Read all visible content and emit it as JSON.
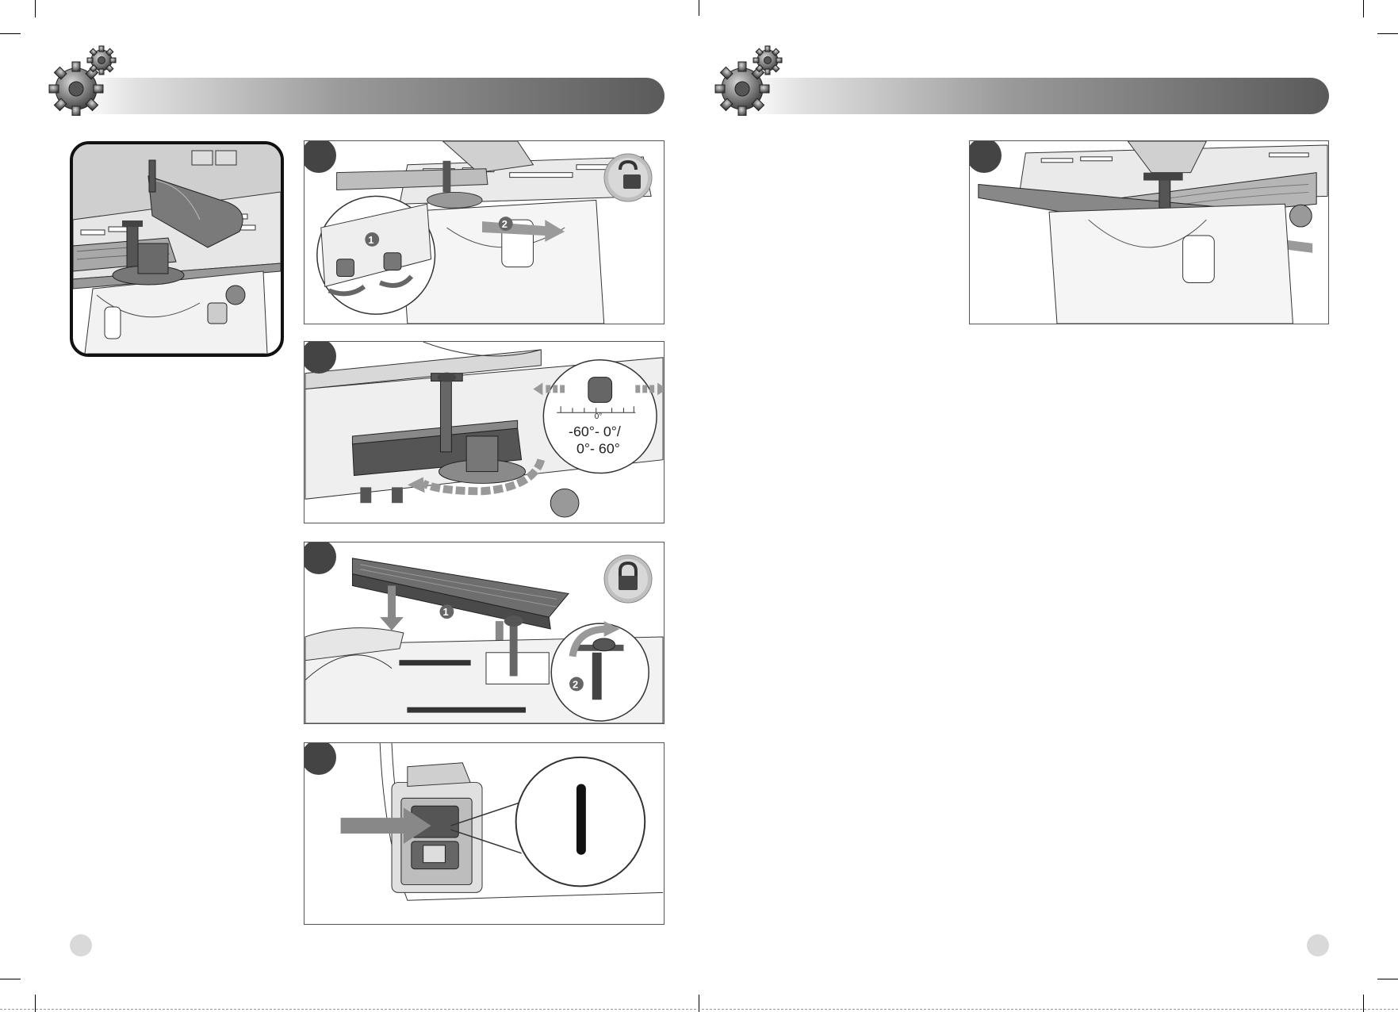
{
  "left_page": {
    "figure_a": {
      "dial": {
        "zero_label": "0°",
        "range_line1": "-60°- 0°/",
        "range_line2": "0°- 60°"
      },
      "callout_numbers": [
        "1",
        "2"
      ]
    },
    "figure_c": {
      "callout_numbers": [
        "1",
        "2"
      ]
    },
    "figure_d": {
      "switch_symbol": "I"
    }
  },
  "colors": {
    "header_dark": "#5a5a5a",
    "badge": "#444444",
    "page_dot": "#d9d9d9",
    "line": "#333333",
    "fill_mid": "#bdbdbd"
  },
  "icons": [
    "gear-icon",
    "lock-open-icon",
    "lock-closed-icon",
    "arrow-icon"
  ]
}
